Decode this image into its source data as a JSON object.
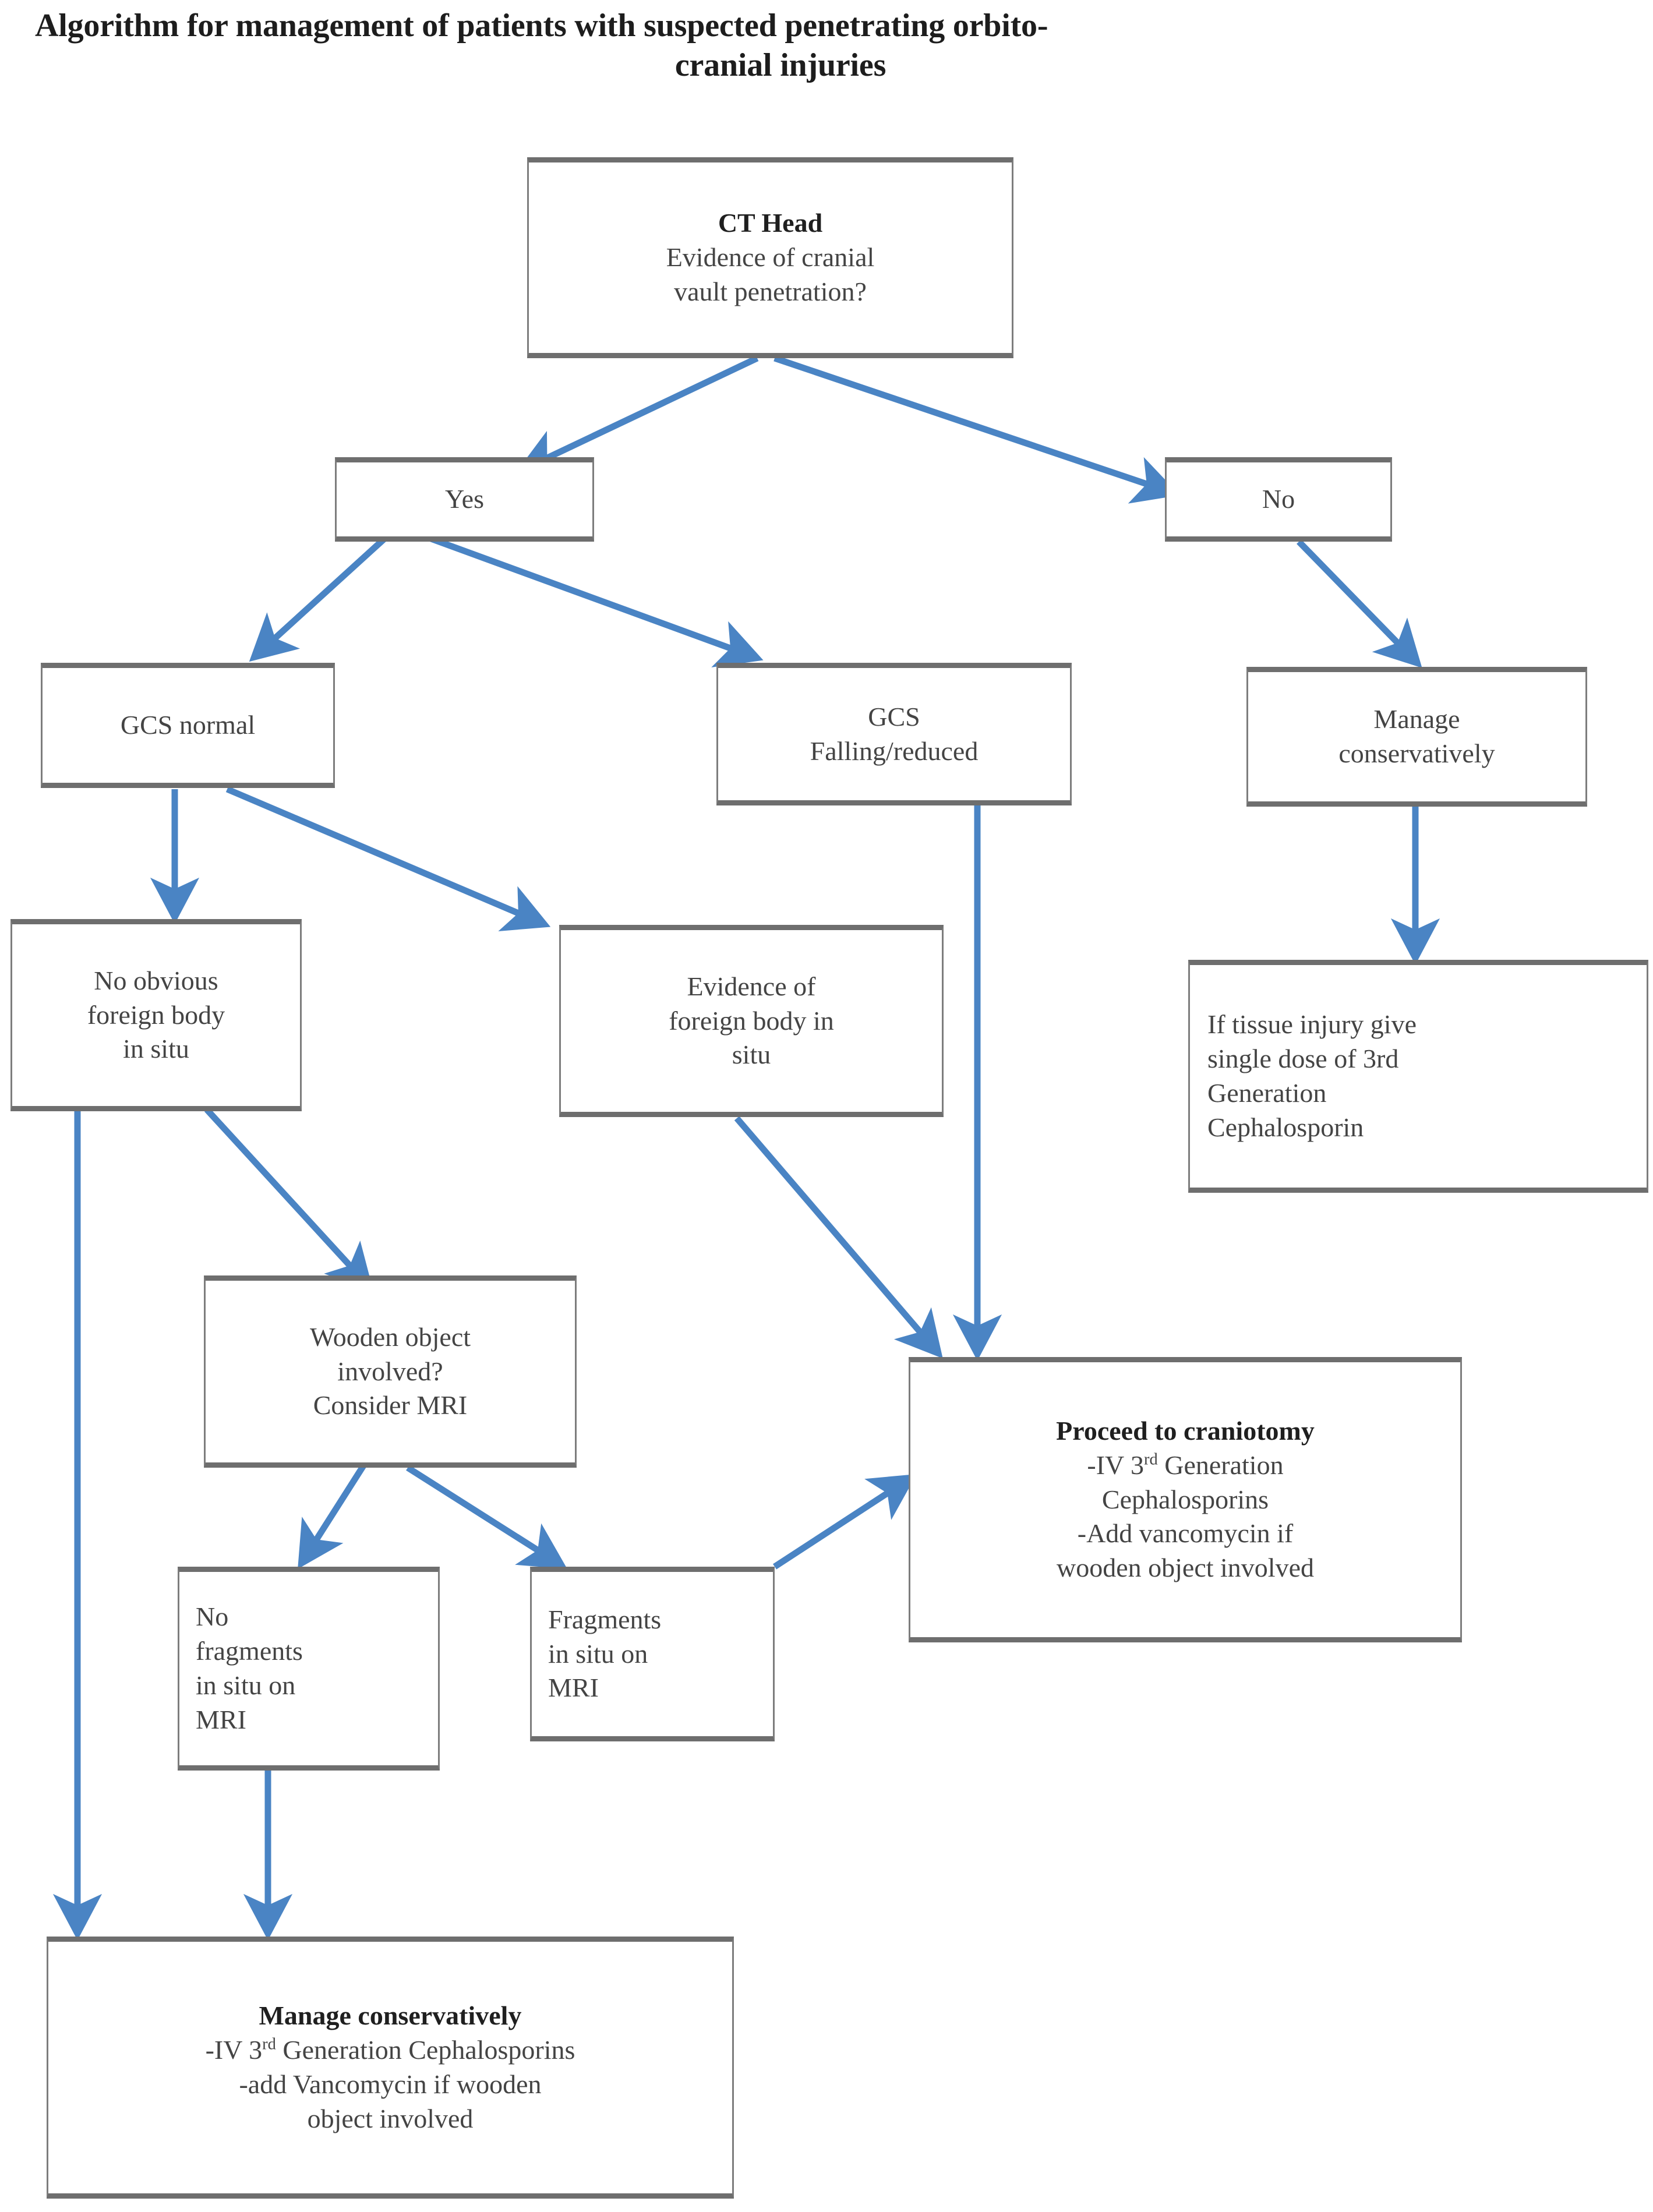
{
  "title": {
    "line1": "Algorithm for management of patients with suspected penetrating orbito-",
    "line2": "cranial injuries"
  },
  "colors": {
    "arrow": "#4a84c4",
    "box_border": "#7d7d7d",
    "box_fill": "#ffffff",
    "text": "#444444",
    "title_text": "#1d1d1d"
  },
  "nodes": {
    "ct_head": {
      "heading": "CT Head",
      "line1": "Evidence of cranial",
      "line2": "vault penetration?"
    },
    "yes": {
      "label": "Yes"
    },
    "no": {
      "label": "No"
    },
    "gcs_normal": {
      "label": "GCS normal"
    },
    "gcs_falling": {
      "line1": "GCS",
      "line2": "Falling/reduced"
    },
    "manage_cons_right": {
      "line1": "Manage",
      "line2": "conservatively"
    },
    "no_fb": {
      "line1": "No obvious",
      "line2": "foreign body",
      "line3": "in situ"
    },
    "evidence_fb": {
      "line1": "Evidence of",
      "line2": "foreign body in",
      "line3": "situ"
    },
    "tissue_injury": {
      "line1": "If tissue injury give",
      "line2": "single dose of 3rd",
      "line3": "Generation",
      "line4": "Cephalosporin"
    },
    "wooden_object": {
      "line1": "Wooden object",
      "line2": "involved?",
      "line3": "Consider MRI"
    },
    "craniotomy": {
      "heading": "Proceed to craniotomy",
      "line1_pre": "-IV 3",
      "line1_sup": "rd",
      "line1_post": " Generation",
      "line2": "Cephalosporins",
      "line3": "-Add vancomycin if",
      "line4": "wooden object involved"
    },
    "no_fragments": {
      "line1": "No",
      "line2": "fragments",
      "line3": "in situ on",
      "line4": "MRI"
    },
    "fragments": {
      "line1": "Fragments",
      "line2": "in situ on",
      "line3": "MRI"
    },
    "manage_cons_bottom": {
      "heading": "Manage conservatively",
      "line1_pre": "-IV 3",
      "line1_sup": "rd",
      "line1_post": " Generation Cephalosporins",
      "line2": "-add Vancomycin if wooden",
      "line3": "object involved"
    }
  },
  "edges": [
    {
      "from": "ct_head",
      "to": "yes"
    },
    {
      "from": "ct_head",
      "to": "no"
    },
    {
      "from": "yes",
      "to": "gcs_normal"
    },
    {
      "from": "yes",
      "to": "gcs_falling"
    },
    {
      "from": "no",
      "to": "manage_cons_right"
    },
    {
      "from": "gcs_normal",
      "to": "no_fb"
    },
    {
      "from": "gcs_normal",
      "to": "evidence_fb"
    },
    {
      "from": "manage_cons_right",
      "to": "tissue_injury"
    },
    {
      "from": "gcs_falling",
      "to": "craniotomy"
    },
    {
      "from": "evidence_fb",
      "to": "craniotomy"
    },
    {
      "from": "no_fb",
      "to": "wooden_object"
    },
    {
      "from": "no_fb",
      "to": "manage_cons_bottom"
    },
    {
      "from": "wooden_object",
      "to": "no_fragments"
    },
    {
      "from": "wooden_object",
      "to": "fragments"
    },
    {
      "from": "fragments",
      "to": "craniotomy"
    },
    {
      "from": "no_fragments",
      "to": "manage_cons_bottom"
    }
  ]
}
